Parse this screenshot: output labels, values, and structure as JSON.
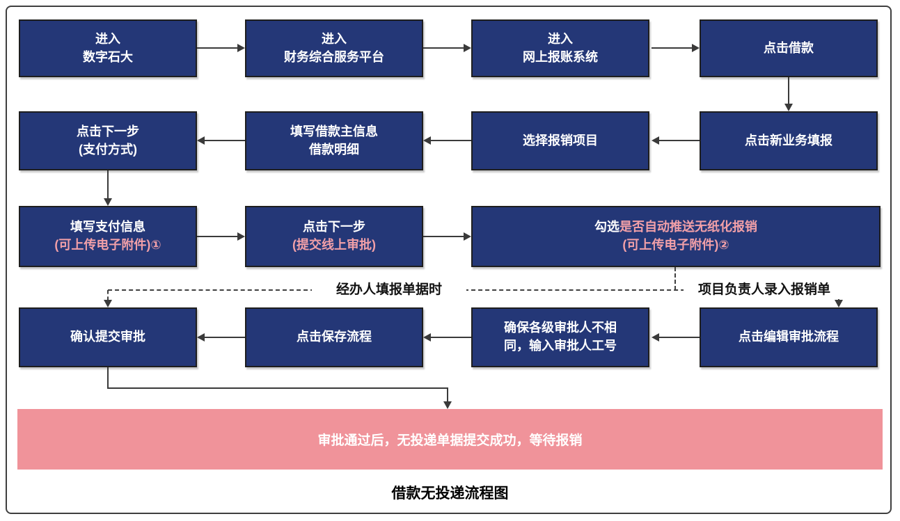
{
  "caption": "借款无投递流程图",
  "colors": {
    "node_fill": "#243777",
    "node_border": "#1e1e1e",
    "pink_text": "#f2a0a8",
    "result_fill": "#f0939a",
    "line": "#3a3a3a"
  },
  "nodes": {
    "enter_digital": {
      "line1": "进入",
      "line2": "数字石大"
    },
    "enter_finance_platform": {
      "line1": "进入",
      "line2": "财务综合服务平台"
    },
    "enter_online_reimburse": {
      "line1": "进入",
      "line2": "网上报账系统"
    },
    "click_loan": {
      "line1": "点击借款"
    },
    "click_next_payment": {
      "line1": "点击下一步",
      "line2": "(支付方式)"
    },
    "fill_loan_main_info": {
      "line1": "填写借款主信息",
      "line2": "借款明细"
    },
    "select_reimburse_project": {
      "line1": "选择报销项目"
    },
    "click_new_business": {
      "line1": "点击新业务填报"
    },
    "fill_payment_info": {
      "line1": "填写支付信息",
      "line2": "(可上传电子附件)①"
    },
    "click_next_submit": {
      "line1": "点击下一步",
      "line2": "(提交线上审批)"
    },
    "check_auto_push": {
      "line1_white": "勾选",
      "line1_pink": "是否自动推送无纸化报销",
      "line2": "(可上传电子附件)②"
    },
    "confirm_submit_approval": {
      "line1": "确认提交审批"
    },
    "click_save_flow": {
      "line1": "点击保存流程"
    },
    "ensure_approvers": {
      "line1": "确保各级审批人不相",
      "line2": "同，输入审批人工号"
    },
    "click_edit_approval_flow": {
      "line1": "点击编辑审批流程"
    }
  },
  "branch_labels": {
    "handler": "经办人填报单据时",
    "project_leader": "项目负责人录入报销单"
  },
  "result": "审批通过后，无投递单据提交成功，等待报销"
}
